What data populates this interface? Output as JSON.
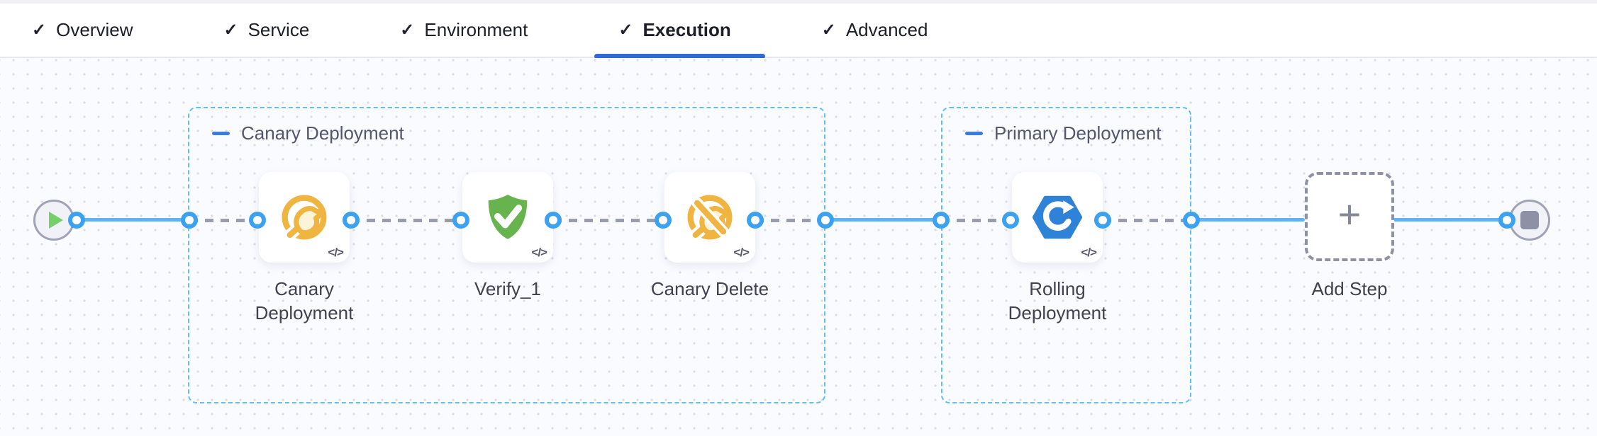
{
  "tabs": {
    "check_glyph": "✓",
    "items": [
      {
        "label": "Overview",
        "active": false
      },
      {
        "label": "Service",
        "active": false
      },
      {
        "label": "Environment",
        "active": false
      },
      {
        "label": "Execution",
        "active": true
      },
      {
        "label": "Advanced",
        "active": false
      }
    ]
  },
  "canvas": {
    "start_node": {
      "icon": "play-icon"
    },
    "end_node": {
      "icon": "stop-icon"
    },
    "groups": [
      {
        "title": "Canary Deployment",
        "collapse_icon": "minus-icon"
      },
      {
        "title": "Primary Deployment",
        "collapse_icon": "minus-icon"
      }
    ],
    "steps": [
      {
        "label": "Canary Deployment",
        "icon": "canary-icon",
        "group": "Canary Deployment"
      },
      {
        "label": "Verify_1",
        "icon": "shield-check-icon",
        "group": "Canary Deployment"
      },
      {
        "label": "Canary Delete",
        "icon": "canary-delete-icon",
        "group": "Canary Deployment"
      },
      {
        "label": "Rolling Deployment",
        "icon": "rolling-update-icon",
        "group": "Primary Deployment"
      }
    ],
    "add_step": {
      "label": "Add Step",
      "plus_glyph": "+"
    },
    "code_badge": "</>"
  },
  "colors": {
    "tab_underline": "#2e6bd5",
    "port_blue": "#3ba1f3",
    "line_blue": "#5db4f2",
    "connector_gray": "#9a9db1",
    "group_border": "#5fc0f2",
    "canary_yellow": "#f0b441",
    "verify_green": "#67b44e",
    "rolling_blue": "#2e82d8",
    "play_green": "#74d069",
    "stop_gray": "#8e90a7"
  }
}
